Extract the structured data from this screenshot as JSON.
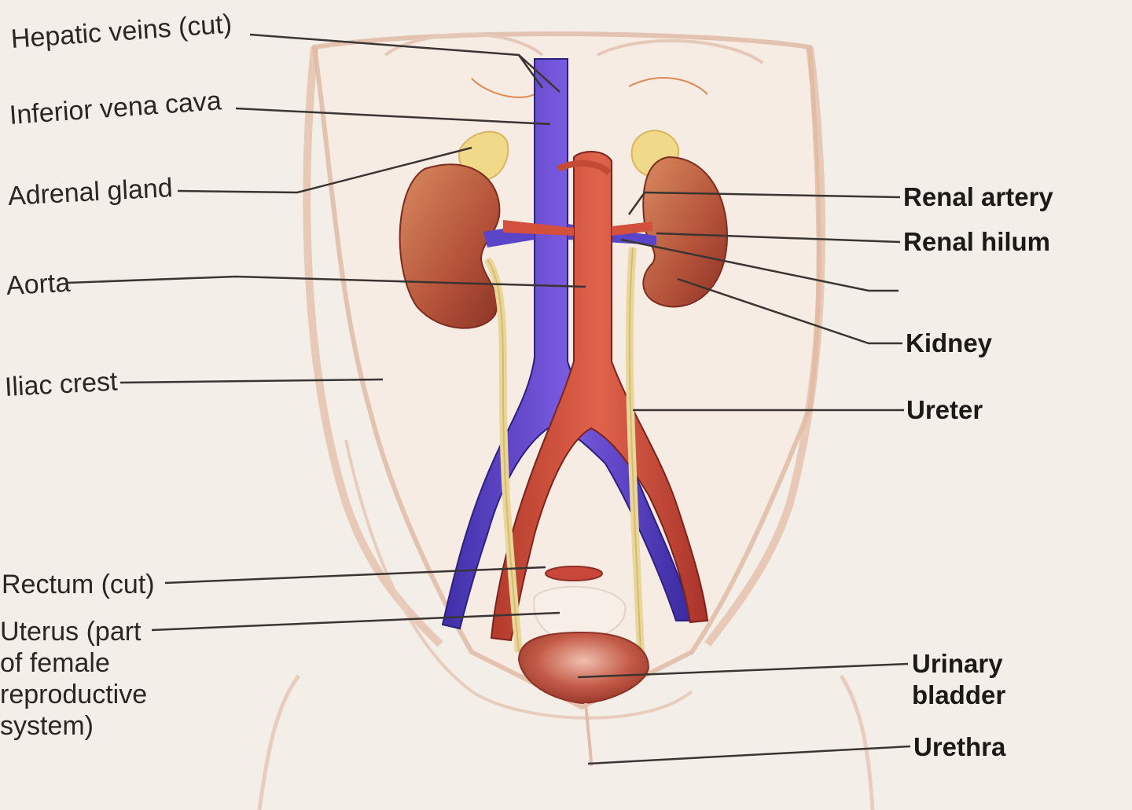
{
  "diagram": {
    "labels_left": {
      "hepatic_veins": "Hepatic veins (cut)",
      "inferior_vena_cava": "Inferior vena cava",
      "adrenal_gland": "Adrenal gland",
      "aorta": "Aorta",
      "iliac_crest": "Iliac crest",
      "rectum": "Rectum (cut)",
      "uterus": [
        "Uterus (part",
        "of female",
        "reproductive",
        "system)"
      ]
    },
    "labels_right": {
      "renal_artery": "Renal artery",
      "renal_hilum": "Renal hilum",
      "kidney": "Kidney",
      "ureter": "Ureter",
      "urinary_bladder": [
        "Urinary",
        "bladder"
      ],
      "urethra": "Urethra"
    }
  }
}
